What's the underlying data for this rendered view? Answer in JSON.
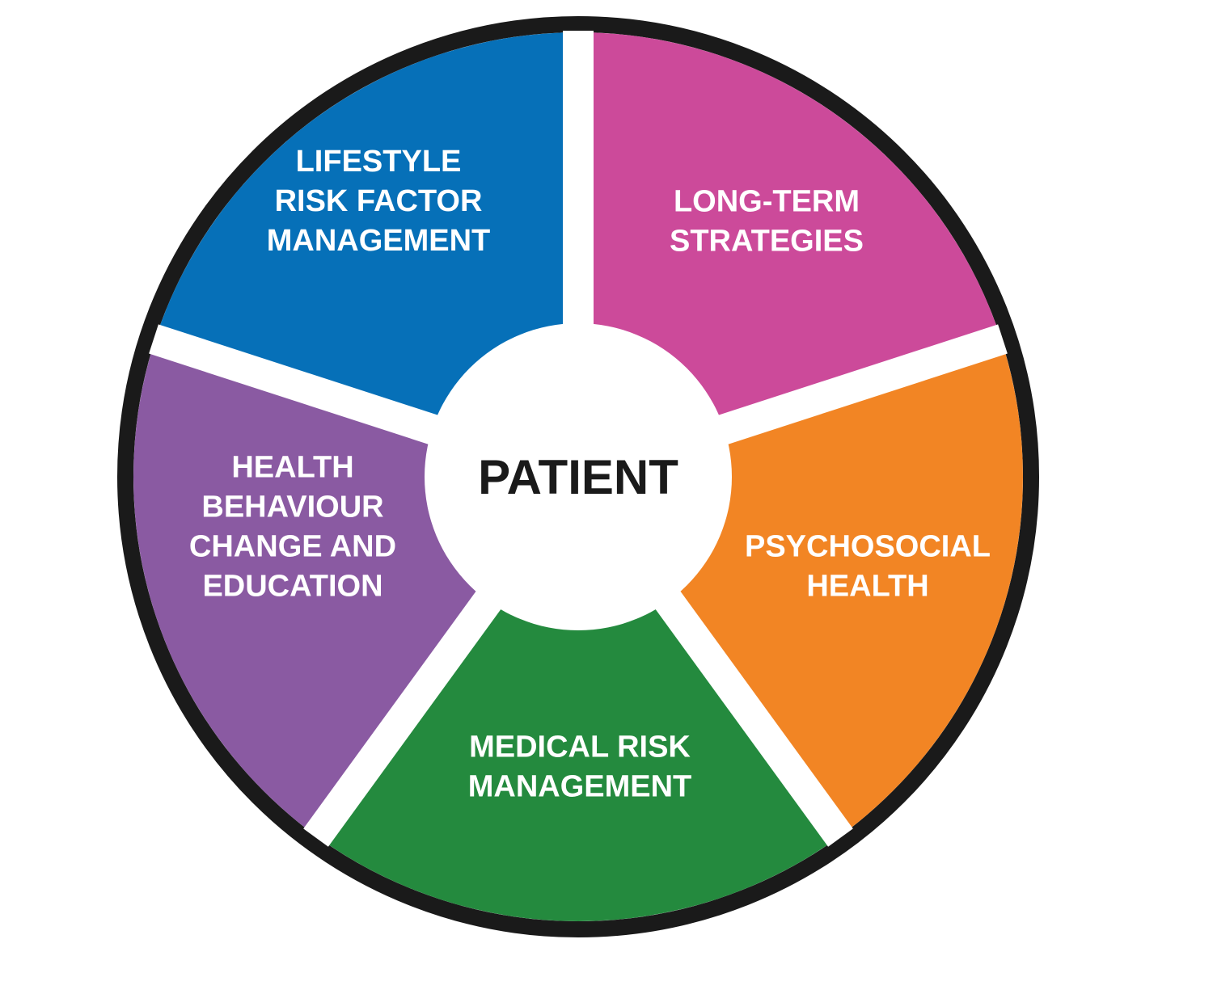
{
  "center": {
    "label": "PATIENT",
    "color": "#ffffff"
  },
  "ring_color": "#1a1a1a",
  "separator_color": "#ffffff",
  "segments": [
    {
      "id": "long-term-strategies",
      "lines": [
        "LONG-TERM",
        "STRATEGIES"
      ],
      "color": "#cc4a9a"
    },
    {
      "id": "psychosocial-health",
      "lines": [
        "PSYCHOSOCIAL",
        "HEALTH"
      ],
      "color": "#f28524"
    },
    {
      "id": "medical-risk-management",
      "lines": [
        "MEDICAL RISK",
        "MANAGEMENT"
      ],
      "color": "#248a3e"
    },
    {
      "id": "health-behaviour-change-and-education",
      "lines": [
        "HEALTH",
        "BEHAVIOUR",
        "CHANGE AND",
        "EDUCATION"
      ],
      "color": "#8a5aa2"
    },
    {
      "id": "lifestyle-risk-factor-management",
      "lines": [
        "LIFESTYLE",
        "RISK FACTOR",
        "MANAGEMENT"
      ],
      "color": "#0670b8"
    }
  ]
}
